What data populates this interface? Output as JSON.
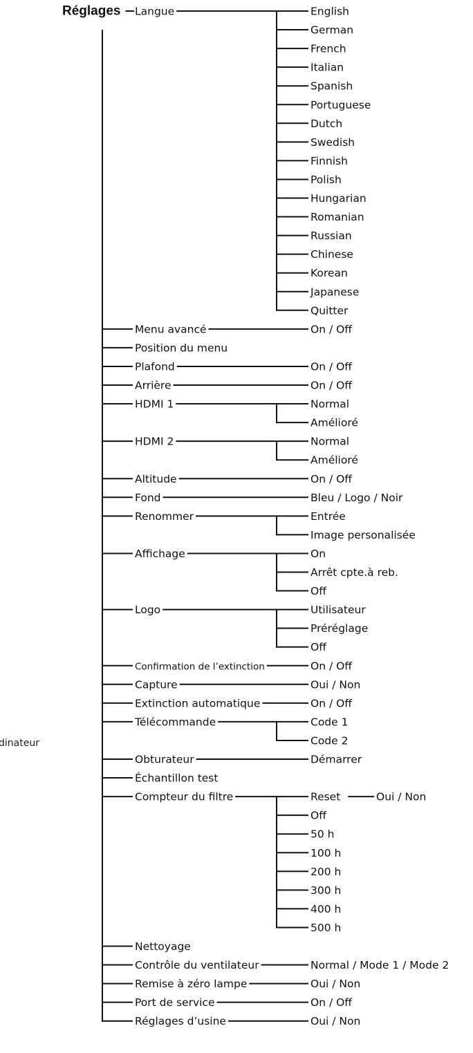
{
  "title": "Réglages",
  "side_label": "dinateur",
  "items": [
    {
      "label": "Langue",
      "options": [
        "English",
        "German",
        "French",
        "Italian",
        "Spanish",
        "Portuguese",
        "Dutch",
        "Swedish",
        "Finnish",
        "Polish",
        "Hungarian",
        "Romanian",
        "Russian",
        "Chinese",
        "Korean",
        "Japanese",
        "Quitter"
      ]
    },
    {
      "label": "Menu avancé",
      "options": [
        "On / Off"
      ]
    },
    {
      "label": "Position du menu",
      "options": []
    },
    {
      "label": "Plafond",
      "options": [
        "On / Off"
      ]
    },
    {
      "label": "Arrière",
      "options": [
        "On / Off"
      ]
    },
    {
      "label": "HDMI 1",
      "options": [
        "Normal",
        "Amélioré"
      ]
    },
    {
      "label": "HDMI 2",
      "options": [
        "Normal",
        "Amélioré"
      ]
    },
    {
      "label": "Altitude",
      "options": [
        "On / Off"
      ]
    },
    {
      "label": "Fond",
      "options": [
        "Bleu / Logo / Noir"
      ]
    },
    {
      "label": "Renommer",
      "options": [
        "Entrée",
        "Image personalisée"
      ]
    },
    {
      "label": "Affichage",
      "options": [
        "On",
        "Arrêt cpte.à reb.",
        "Off"
      ]
    },
    {
      "label": "Logo",
      "options": [
        "Utilisateur",
        "Préréglage",
        "Off"
      ]
    },
    {
      "label": "Confirmation de l’extinction",
      "options": [
        "On / Off"
      ],
      "small": true
    },
    {
      "label": "Capture",
      "options": [
        "Oui / Non"
      ]
    },
    {
      "label": "Extinction automatique",
      "options": [
        "On / Off"
      ]
    },
    {
      "label": "Télécommande",
      "options": [
        "Code 1",
        "Code 2"
      ]
    },
    {
      "label": "Obturateur",
      "options": [
        "Démarrer"
      ]
    },
    {
      "label": "Échantillon test",
      "options": []
    },
    {
      "label": "Compteur du filtre",
      "options": [
        "Reset",
        "Off",
        "50 h",
        "100 h",
        "200 h",
        "300 h",
        "400 h",
        "500 h"
      ],
      "sub": {
        "index": 0,
        "label": "Oui / Non"
      }
    },
    {
      "label": "Nettoyage",
      "options": []
    },
    {
      "label": "Contrôle du ventilateur",
      "options": [
        "Normal / Mode 1 / Mode 2"
      ]
    },
    {
      "label": "Remise à zéro lampe",
      "options": [
        "Oui / Non"
      ]
    },
    {
      "label": "Port de service",
      "options": [
        "On / Off"
      ]
    },
    {
      "label": "Réglages d’usine",
      "options": [
        "Oui / Non"
      ]
    }
  ]
}
